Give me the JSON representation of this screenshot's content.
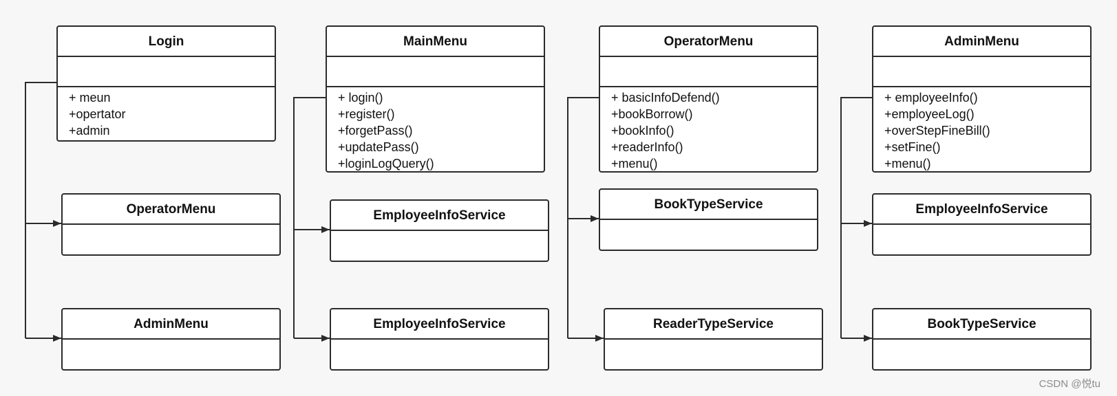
{
  "diagram": {
    "columns": [
      {
        "main": {
          "title": "Login",
          "operations": [
            "+ meun",
            "+opertator",
            "+admin"
          ]
        },
        "children": [
          {
            "title": "OperatorMenu"
          },
          {
            "title": "AdminMenu"
          }
        ]
      },
      {
        "main": {
          "title": "MainMenu",
          "operations": [
            "+ login()",
            "+register()",
            "+forgetPass()",
            "+updatePass()",
            "+loginLogQuery()"
          ]
        },
        "children": [
          {
            "title": "EmployeeInfoService"
          },
          {
            "title": "EmployeeInfoService"
          }
        ]
      },
      {
        "main": {
          "title": "OperatorMenu",
          "operations": [
            "+ basicInfoDefend()",
            "+bookBorrow()",
            "+bookInfo()",
            "+readerInfo()",
            "+menu()"
          ]
        },
        "children": [
          {
            "title": "BookTypeService"
          },
          {
            "title": "ReaderTypeService"
          }
        ]
      },
      {
        "main": {
          "title": "AdminMenu",
          "operations": [
            "+ employeeInfo()",
            "+employeeLog()",
            "+overStepFineBill()",
            "+setFine()",
            "+menu()"
          ]
        },
        "children": [
          {
            "title": "EmployeeInfoService"
          },
          {
            "title": "BookTypeService"
          }
        ]
      }
    ]
  },
  "watermark": "CSDN @悦tu",
  "colors": {
    "line": "#2b2b2b",
    "background": "#f7f7f7",
    "box": "#ffffff"
  }
}
